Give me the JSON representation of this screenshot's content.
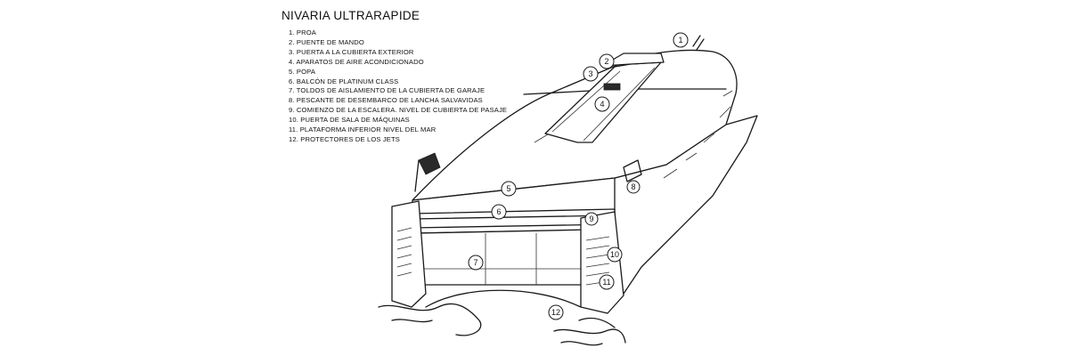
{
  "title": "NIVARIA ULTRARAPIDE",
  "legend": [
    "1. PROA",
    "2. PUENTE DE MANDO",
    "3. PUERTA A LA CUBIERTA EXTERIOR",
    "4. APARATOS DE AIRE ACONDICIONADO",
    "5. POPA",
    "6. BALCÓN DE PLATINUM CLASS",
    "7. TOLDOS DE AISLAMIENTO DE LA CUBIERTA DE GARAJE",
    "8. PESCANTE DE DESEMBARCO DE LANCHA SALVAVIDAS",
    "9. COMIENZO DE LA ESCALERA. NIVEL DE CUBIERTA DE PASAJE",
    "10. PUERTA DE SALA DE MÁQUINAS",
    "11. PLATAFORMA INFERIOR NIVEL DEL MAR",
    "12. PROTECTORES DE LOS JETS"
  ],
  "callouts": [
    "1",
    "2",
    "3",
    "4",
    "5",
    "6",
    "7",
    "8",
    "9",
    "10",
    "11",
    "12"
  ],
  "colors": {
    "line": "#1a1a1a",
    "background": "#ffffff"
  }
}
